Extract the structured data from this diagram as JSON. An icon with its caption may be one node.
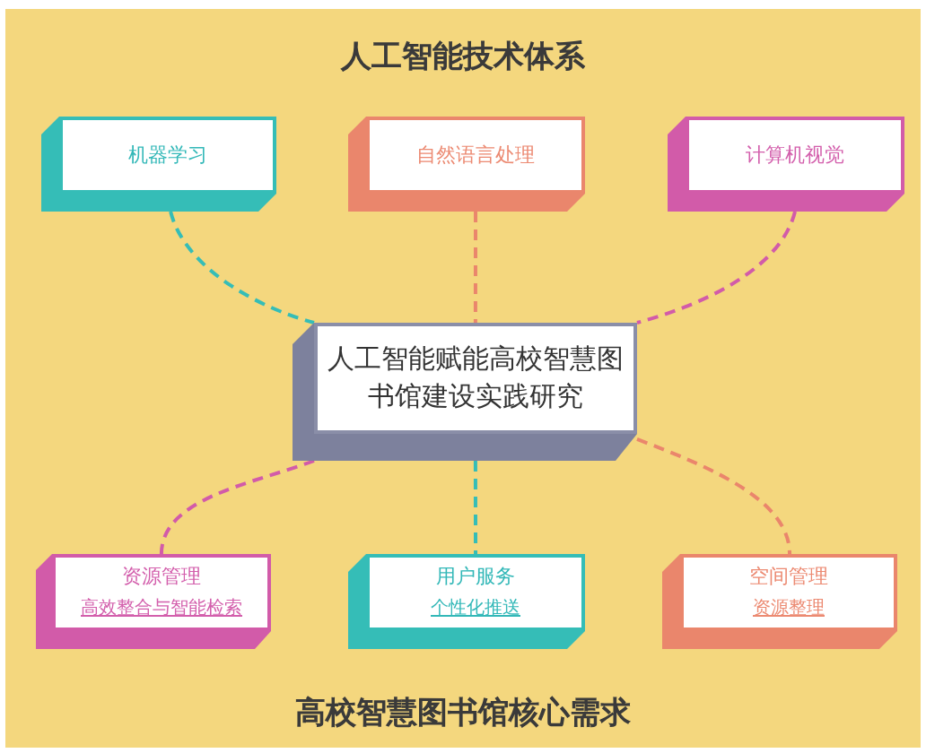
{
  "diagram": {
    "title": "人工智能技术体系",
    "nodes": [
      {
        "text": [
          "机器学习"
        ]
      },
      {
        "text": [
          "自然语言处理"
        ]
      },
      {
        "text": [
          "计算机视觉"
        ]
      },
      {
        "text": [
          "人工智能赋能高校智慧图书馆建设实践研究"
        ]
      },
      {
        "text": [
          "资源管理",
          "高效整合与智能检索"
        ]
      },
      {
        "text": [
          "用户服务",
          "个性化推送"
        ]
      },
      {
        "text": [
          "空间管理",
          "资源整理"
        ]
      }
    ],
    "edges": [
      {
        "from": 0,
        "to": 3,
        "arrow": "none",
        "style": "dashed",
        "color": "#35bdb7"
      },
      {
        "from": 1,
        "to": 3,
        "arrow": "none",
        "style": "dashed",
        "color": "#ea866c"
      },
      {
        "from": 2,
        "to": 3,
        "arrow": "none",
        "style": "dashed",
        "color": "#d25ba9"
      },
      {
        "from": 3,
        "to": 4,
        "arrow": "none",
        "style": "dashed",
        "color": "#d25ba9"
      },
      {
        "from": 3,
        "to": 5,
        "arrow": "none",
        "style": "dashed",
        "color": "#35bdb7"
      },
      {
        "from": 3,
        "to": 6,
        "arrow": "none",
        "style": "dashed",
        "color": "#ea866c"
      }
    ],
    "labels": [
      "高校智慧图书馆核心需求"
    ]
  }
}
